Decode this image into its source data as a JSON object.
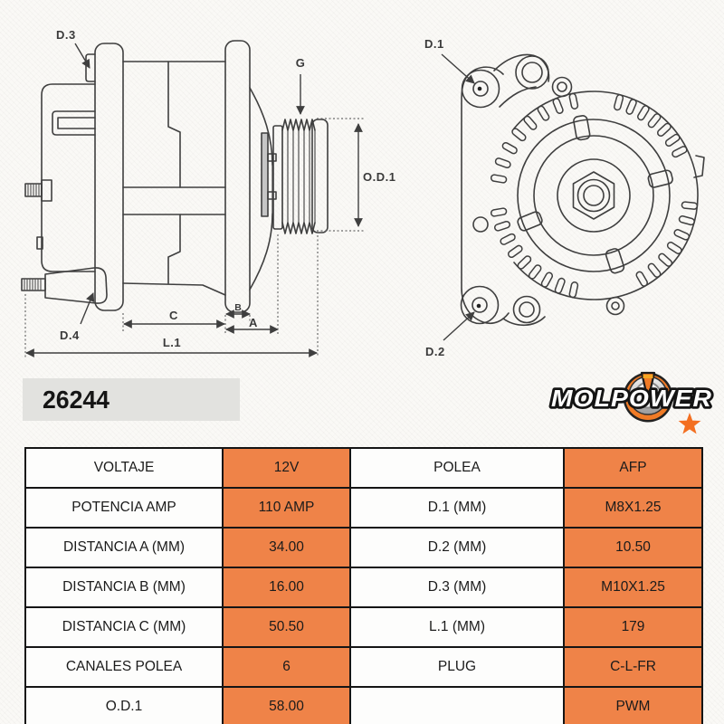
{
  "part_number": "26244",
  "brand": {
    "name": "MOLPOWER"
  },
  "diagram": {
    "side_view_labels": {
      "d3": "D.3",
      "g": "G",
      "od1": "O.D.1",
      "d4": "D.4",
      "c": "C",
      "b": "B",
      "a": "A",
      "l1": "L.1"
    },
    "front_view_labels": {
      "d1": "D.1",
      "d2": "D.2"
    }
  },
  "colors": {
    "accent_orange": "#EF8348",
    "star_orange": "#F36F21",
    "plate_gray": "#E2E2DF",
    "table_border": "#151515"
  },
  "table": {
    "rows": [
      [
        "VOLTAJE",
        "12V",
        "POLEA",
        "AFP"
      ],
      [
        "POTENCIA AMP",
        "110 AMP",
        "D.1 (MM)",
        "M8X1.25"
      ],
      [
        "DISTANCIA A (MM)",
        "34.00",
        "D.2 (MM)",
        "10.50"
      ],
      [
        "DISTANCIA B (MM)",
        "16.00",
        "D.3 (MM)",
        "M10X1.25"
      ],
      [
        "DISTANCIA C (MM)",
        "50.50",
        "L.1 (MM)",
        "179"
      ],
      [
        "CANALES POLEA",
        "6",
        "PLUG",
        "C-L-FR"
      ],
      [
        "O.D.1",
        "58.00",
        "",
        "PWM"
      ]
    ]
  }
}
